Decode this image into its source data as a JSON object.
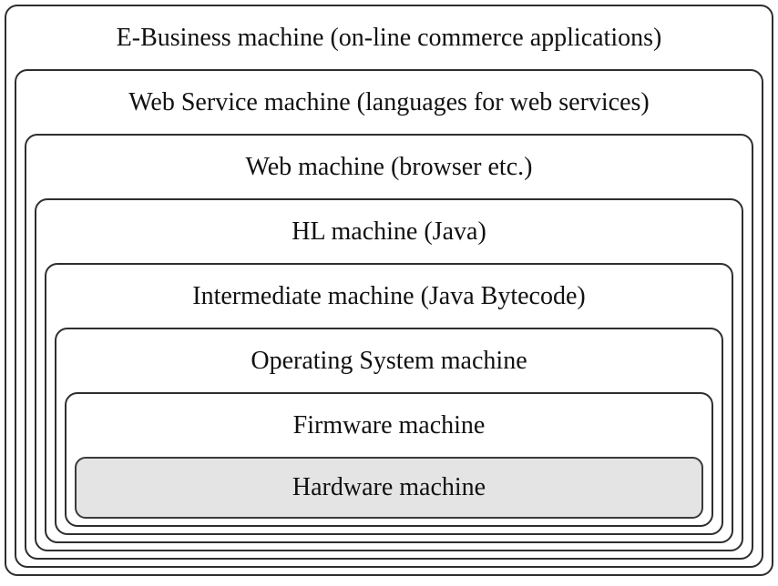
{
  "diagram": {
    "type": "nested-layer-diagram",
    "layers": [
      {
        "id": "e-business",
        "label": "E-Business machine (on-line commerce applications)",
        "highlighted": false
      },
      {
        "id": "web-service",
        "label": "Web Service machine (languages for web services)",
        "highlighted": false
      },
      {
        "id": "web",
        "label": "Web machine (browser etc.)",
        "highlighted": false
      },
      {
        "id": "hl",
        "label": "HL machine (Java)",
        "highlighted": false
      },
      {
        "id": "intermediate",
        "label": "Intermediate machine (Java Bytecode)",
        "highlighted": false
      },
      {
        "id": "os",
        "label": "Operating System machine",
        "highlighted": false
      },
      {
        "id": "firmware",
        "label": "Firmware machine",
        "highlighted": false
      },
      {
        "id": "hardware",
        "label": "Hardware machine",
        "highlighted": true
      }
    ],
    "colors": {
      "border": "#2e2e2e",
      "background": "#ffffff",
      "highlight_fill": "#e4e4e4",
      "highlight_border": "#3a3a3a",
      "text": "#111111"
    }
  }
}
